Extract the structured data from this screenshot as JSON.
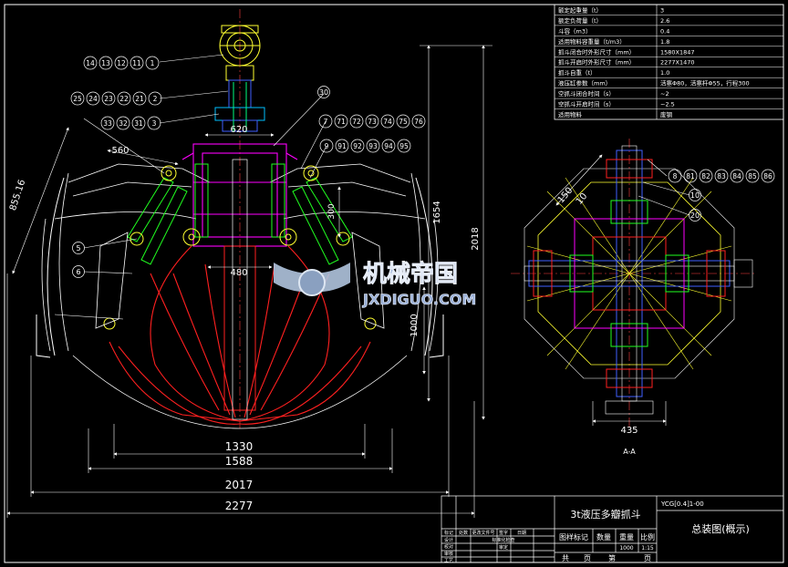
{
  "spec_table": {
    "rows": [
      {
        "label": "额定起重量（t）",
        "value": "3"
      },
      {
        "label": "额定负荷量（t）",
        "value": "2.6"
      },
      {
        "label": "斗容（m3）",
        "value": "0.4"
      },
      {
        "label": "适用物料容重量（t/m3）",
        "value": "1.8"
      },
      {
        "label": "抓斗闭合时外形尺寸（mm）",
        "value": "1580X1847"
      },
      {
        "label": "抓斗开启时外形尺寸（mm）",
        "value": "2277X1470"
      },
      {
        "label": "抓斗自重（t）",
        "value": "1.0"
      },
      {
        "label": "液压缸参数（mm）",
        "value": "活塞Φ80，活塞杆Φ55，行程300"
      },
      {
        "label": "空抓斗闭合时间（s）",
        "value": "~2"
      },
      {
        "label": "空抓斗开启时间（s）",
        "value": "~2.5"
      },
      {
        "label": "适用物料",
        "value": "废钢"
      }
    ]
  },
  "callouts": {
    "b1": [
      "14",
      "13",
      "12",
      "11",
      "1"
    ],
    "b2": [
      "25",
      "24",
      "23",
      "22",
      "21",
      "2"
    ],
    "b3": [
      "33",
      "32",
      "31",
      "3"
    ],
    "b30": "30",
    "b7": [
      "7",
      "71",
      "72",
      "73",
      "74",
      "75",
      "76"
    ],
    "b9": [
      "9",
      "91",
      "92",
      "93",
      "94",
      "95"
    ],
    "b5": "5",
    "b6": "6",
    "b8": [
      "8",
      "81",
      "82",
      "83",
      "84",
      "85",
      "86"
    ],
    "b10": "10",
    "b20": "20"
  },
  "dims": {
    "d620": "620",
    "d560": "560",
    "d855": "855.16",
    "d300": "300",
    "d1654": "1654",
    "d2018": "2018",
    "d480": "480",
    "d1000": "1000",
    "d1330": "1330",
    "d1588": "1588",
    "d2017": "2017",
    "d2277": "2277",
    "d150": "150",
    "d10": "10",
    "d435": "435"
  },
  "view_label": "A-A",
  "watermark": {
    "cn": "机械帝国",
    "en": "JXDIGUO.COM"
  },
  "title_block": {
    "drawing_no": "YCG[0.4]1-00",
    "product": "3t液压多瓣抓斗",
    "drawing_title": "总装图(概示)",
    "h_stage": "图样标记",
    "h_qty": "数量",
    "h_weight": "重量",
    "h_scale": "比例",
    "weight_val": "1000",
    "scale_val": "1:15",
    "sheet_total": "共",
    "sheet_unit": "页",
    "sheet_no": "第",
    "sheet_unit2": "页",
    "rev_headers": [
      "标记",
      "处数",
      "更改文件号",
      "签字",
      "日期"
    ],
    "roles": [
      "设计",
      "校对",
      "审核",
      "工艺"
    ],
    "std_check": "标准化检查",
    "approve": "审定"
  },
  "colors": {
    "background": "#000000",
    "outline": "#ffffff",
    "jaw": "#ff2020",
    "frame": "#ff00ff",
    "cylinder": "#20ff20",
    "hinge": "#ffff00",
    "blue": "#4060ff",
    "cyan": "#00c0ff",
    "dim": "#ffffff"
  }
}
